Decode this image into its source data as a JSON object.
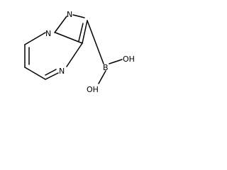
{
  "molecule": {
    "atoms": {
      "n_pyrazole": "N",
      "n_bridge": "N",
      "n_pyrimidine": "N",
      "boron": "B",
      "oh_upper": "OH",
      "oh_lower": "OH"
    }
  },
  "colors": {
    "bond": "#000000",
    "label": "#000000",
    "background": "#ffffff"
  }
}
